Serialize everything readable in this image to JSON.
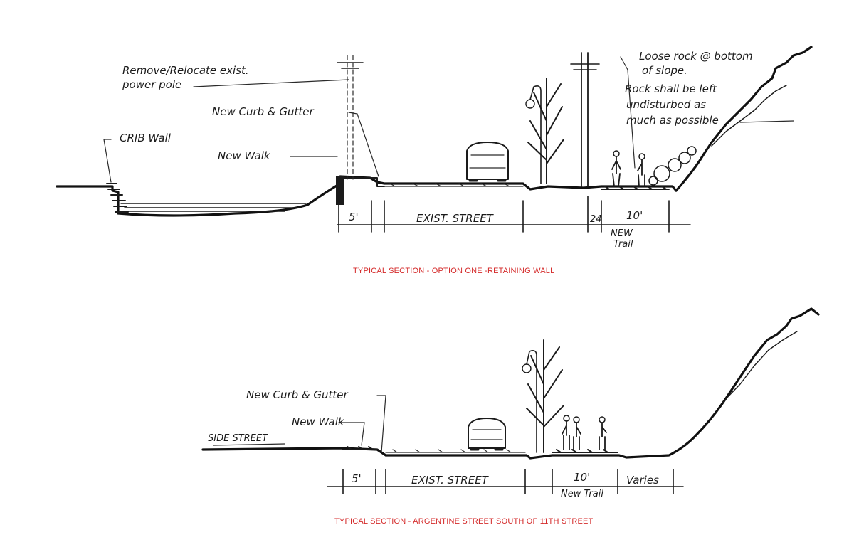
{
  "section_one": {
    "caption": "TYPICAL SECTION - OPTION ONE -RETAINING WALL",
    "notes": {
      "power_pole_line1": "Remove/Relocate exist.",
      "power_pole_line2": "power pole",
      "curb_gutter": "New Curb & Gutter",
      "crib_wall": "CRIB Wall",
      "new_walk": "New Walk",
      "rock_line1": "Loose rock @ bottom",
      "rock_line2": "of slope.",
      "rock_line3": "Rock shall be left",
      "rock_line4": "undisturbed as",
      "rock_line5": "much as possible"
    },
    "dimensions": {
      "walk": "5'",
      "street": "EXIST. STREET",
      "buffer": "24",
      "trail": "10'",
      "trail_label_line1": "NEW",
      "trail_label_line2": "Trail"
    }
  },
  "section_two": {
    "caption": "TYPICAL SECTION - ARGENTINE STREET SOUTH OF 11TH STREET",
    "notes": {
      "curb_gutter": "New Curb & Gutter",
      "new_walk": "New Walk",
      "side_street": "SIDE STREET"
    },
    "dimensions": {
      "walk": "5'",
      "street": "EXIST. STREET",
      "trail": "10'",
      "trail_label": "New Trail",
      "varies": "Varies"
    }
  }
}
